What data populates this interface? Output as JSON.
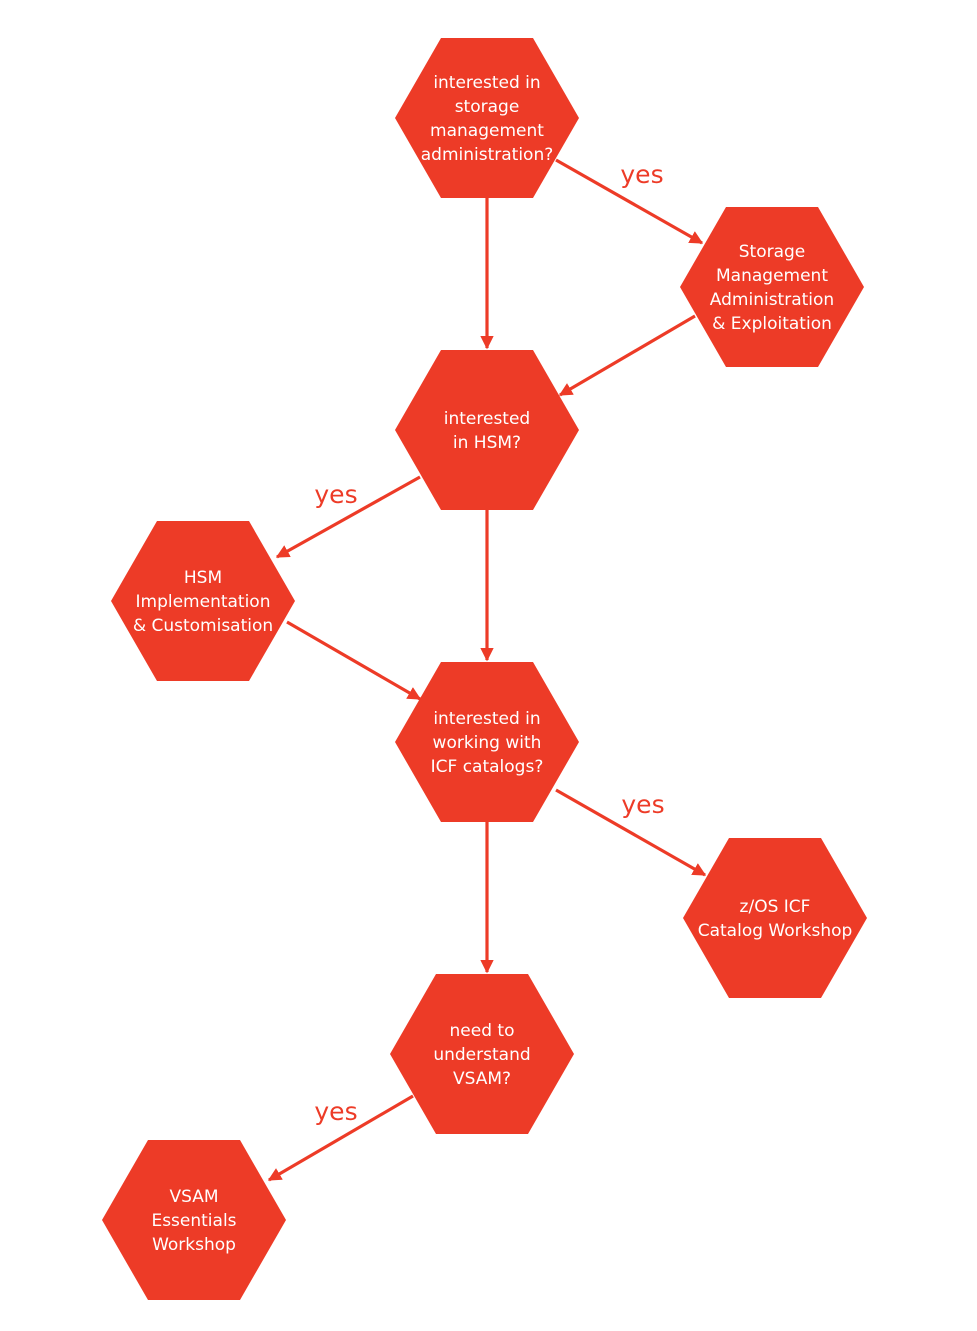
{
  "colors": {
    "node_fill": "#ed3b27",
    "arrow": "#ed3b27",
    "node_text": "#ffffff",
    "background": "#ffffff"
  },
  "nodes": {
    "q_storage": {
      "kind": "decision",
      "lines": [
        "interested in",
        "storage",
        "management",
        "administration?"
      ]
    },
    "storage_course": {
      "kind": "course",
      "lines": [
        "Storage",
        "Management",
        "Administration",
        "& Exploitation"
      ]
    },
    "q_hsm": {
      "kind": "decision",
      "lines": [
        "interested",
        "in HSM?"
      ]
    },
    "hsm_course": {
      "kind": "course",
      "lines": [
        "HSM",
        "Implementation",
        "& Customisation"
      ]
    },
    "q_icf": {
      "kind": "decision",
      "lines": [
        "interested in",
        "working with",
        "ICF catalogs?"
      ]
    },
    "icf_course": {
      "kind": "course",
      "lines": [
        "z/OS ICF",
        "Catalog Workshop"
      ]
    },
    "q_vsam": {
      "kind": "decision",
      "lines": [
        "need to",
        "understand",
        "VSAM?"
      ]
    },
    "vsam_course": {
      "kind": "course",
      "lines": [
        "VSAM",
        "Essentials",
        "Workshop"
      ]
    }
  },
  "edges": [
    {
      "from": "q_storage",
      "to": "storage_course",
      "label": "yes"
    },
    {
      "from": "q_storage",
      "to": "q_hsm",
      "label": ""
    },
    {
      "from": "storage_course",
      "to": "q_hsm",
      "label": ""
    },
    {
      "from": "q_hsm",
      "to": "hsm_course",
      "label": "yes"
    },
    {
      "from": "q_hsm",
      "to": "q_icf",
      "label": ""
    },
    {
      "from": "hsm_course",
      "to": "q_icf",
      "label": ""
    },
    {
      "from": "q_icf",
      "to": "icf_course",
      "label": "yes"
    },
    {
      "from": "q_icf",
      "to": "q_vsam",
      "label": ""
    },
    {
      "from": "q_vsam",
      "to": "vsam_course",
      "label": "yes"
    }
  ]
}
